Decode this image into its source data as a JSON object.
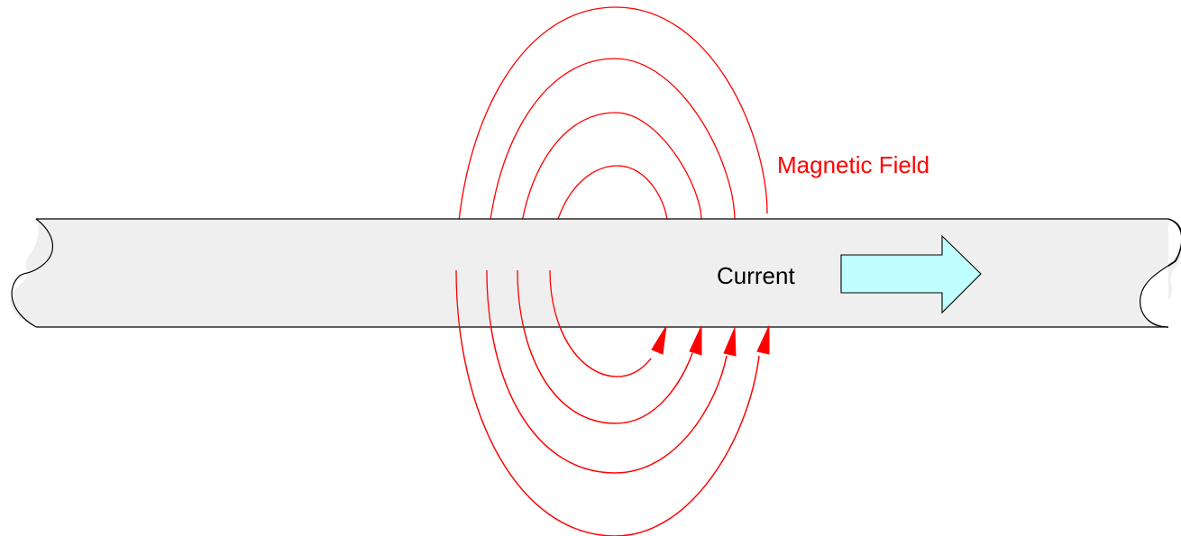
{
  "diagram": {
    "labels": {
      "magnetic_field": "Magnetic Field",
      "current": "Current"
    },
    "colors": {
      "field_lines": "#ff0000",
      "wire_fill": "#efefef",
      "wire_stroke": "#000000",
      "current_arrow_fill": "#bfffff",
      "background": "#ffffff"
    },
    "field_loop_count": 4,
    "icons": [
      "wire-conductor",
      "current-direction-arrow",
      "field-loop-arrowhead"
    ]
  }
}
